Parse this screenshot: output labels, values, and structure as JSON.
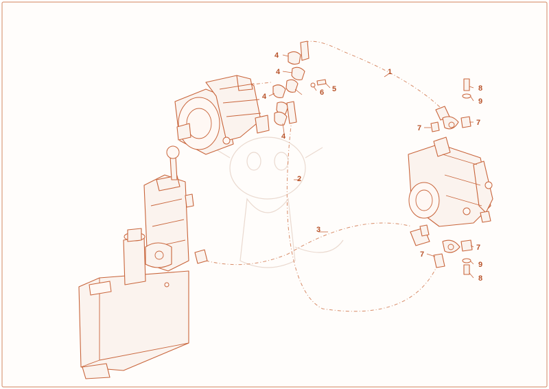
{
  "diagram": {
    "colors": {
      "line": "#c8643a",
      "label": "#b8532a",
      "hose": "#d78a66",
      "frame": "#d99a7a"
    },
    "callouts": [
      "1",
      "2",
      "3",
      "4",
      "4",
      "4",
      "4",
      "5",
      "6",
      "7",
      "7",
      "7",
      "7",
      "8",
      "8",
      "9",
      "9"
    ]
  }
}
